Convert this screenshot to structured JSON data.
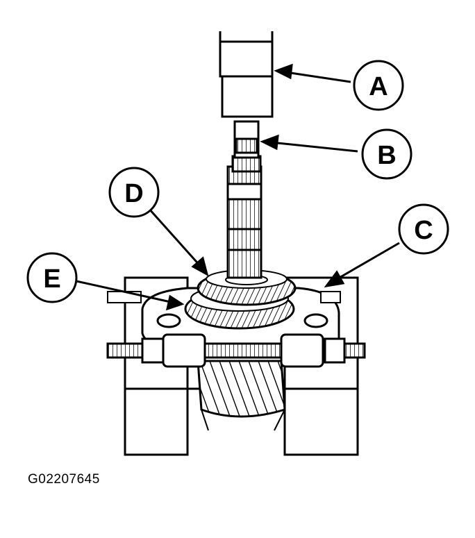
{
  "figure": {
    "id_label": "G02207645"
  },
  "callouts": [
    {
      "key": "a",
      "label": "A"
    },
    {
      "key": "b",
      "label": "B"
    },
    {
      "key": "c",
      "label": "C"
    },
    {
      "key": "d",
      "label": "D"
    },
    {
      "key": "e",
      "label": "E"
    }
  ]
}
